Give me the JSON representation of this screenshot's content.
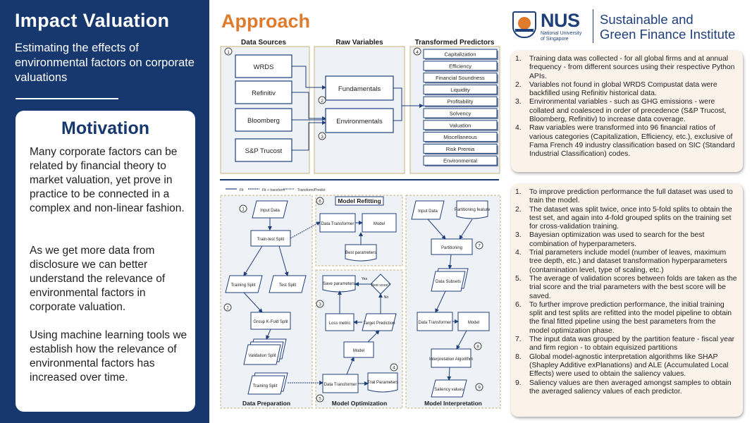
{
  "left": {
    "title": "Impact Valuation",
    "subtitle": "Estimating the effects of environmental factors on corporate valuations",
    "motivation": {
      "heading": "Motivation",
      "paragraphs": [
        "Many corporate factors can be related by financial theory to market valuation, yet prove in practice to be connected in a complex and non-linear fashion.",
        "As we get more data from disclosure we can better understand the relevance of environmental factors in corporate valuation.",
        "Using machine learning tools we establish how the relevance of environmental factors has increased over time."
      ]
    }
  },
  "approach": {
    "title": "Approach"
  },
  "logo": {
    "nus": "NUS",
    "nus_sub_1": "National University",
    "nus_sub_2": "of Singapore",
    "institute_1": "Sustainable and",
    "institute_2": "Green Finance Institute"
  },
  "diagram1": {
    "headers": [
      "Data Sources",
      "Raw Variables",
      "Transformed Predictors"
    ],
    "sources": [
      "WRDS",
      "Refinitiv",
      "Bloomberg",
      "S&P Trucost"
    ],
    "raw": [
      "Fundamentals",
      "Environmentals"
    ],
    "predictors": [
      "Capitalization",
      "Efficiency",
      "Financial Soundness",
      "Liquidity",
      "Profitability",
      "Solvency",
      "Valuation",
      "Miscellaneous",
      "Risk Premia",
      "Environmental"
    ],
    "steps": [
      "1",
      "2",
      "3",
      "4"
    ]
  },
  "diagram2": {
    "legend": [
      "Fit",
      "Fit + transform",
      "Transform/Predict"
    ],
    "sections": [
      "Data Preparation",
      "Model Refitting",
      "Model Optimization",
      "Model Interpretation"
    ],
    "nodes": {
      "input_data": "Input Data",
      "train_test": "Train-test Split",
      "training_split": "Training Split",
      "test_split": "Test Split",
      "group_kfold": "Group K-Fold Split",
      "validation_split": "Validation Split",
      "training_split_2": "Training Split",
      "data_transformer": "Data Transformer",
      "model": "Model",
      "best_params": "Best parameters",
      "save_params": "Save parameters",
      "best_score": "Best score?",
      "yes": "Yes",
      "no": "No",
      "loss_metric": "Loss metric",
      "target_prediction": "Target Prediction",
      "trial_params": "Trial Parameters",
      "partitioning_feature": "Partitioning feature",
      "partitioning": "Partitioning",
      "data_subsets": "Data Subsets",
      "interpretation_algorithm": "Interpretation Algorithm",
      "saliency_values": "Saliency values"
    },
    "steps": [
      "1",
      "2",
      "3",
      "4",
      "5",
      "6",
      "7",
      "8",
      "9"
    ]
  },
  "notes1": [
    "Training data was collected - for all global firms and at annual frequency - from different sources using their respective Python APIs.",
    "Variables not found in global WRDS Compustat data were backfilled using Refinitiv historical data.",
    "Environmental variables - such as GHG emissions - were collated and coalesced in order of precedence (S&P Trucost, Bloomberg, Refinitiv) to increase data coverage.",
    "Raw variables were transformed into 96 financial ratios of various categories (Capitalization, Efficiency, etc.), exclusive of Fama French 49 industry classification based on SIC (Standard Industrial Classification) codes."
  ],
  "notes2": [
    "To improve prediction performance the full dataset was used to train the model.",
    "The dataset was split twice, once into 5-fold splits to obtain the test set, and again into 4-fold grouped splits on the training set for cross-validation training.",
    "Bayesian optimization was used to search for the best combination of hyperparameters.",
    "Trial parameters include model (number of leaves, maximum tree depth, etc.) and dataset transformation hyperparameters (contamination level, type of scaling, etc.)",
    "The average of validation scores between folds are taken as the trial score and the trial parameters with the best score will be saved.",
    "To further improve prediction performance, the initial training split and test splits are refitted into the model pipeline to obtain the final fitted pipeline using the best parameters from the model optimization phase.",
    "The input data was grouped by the partition feature - fiscal year and firm region - to obtain equisized partitions",
    "Global model-agnostic interpretation algorithms like SHAP (Shapley Additive exPlanations) and ALE (Accumulated Local Effects) were used to obtain the saliency values.",
    "Saliency values are then averaged amongst samples to obtain the averaged saliency values of each predictor."
  ],
  "colors": {
    "navy": "#17386e",
    "orange": "#e07a2c",
    "note_bg": "#fbf2ea"
  }
}
